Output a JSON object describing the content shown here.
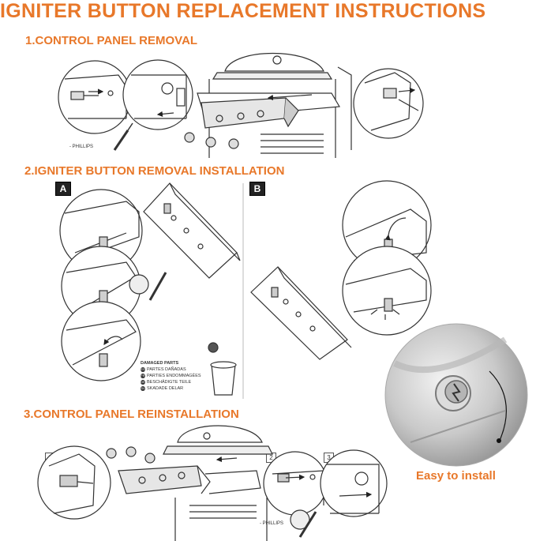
{
  "title": "IGNITER BUTTON REPLACEMENT INSTRUCTIONS",
  "sections": {
    "s1": "1.CONTROL PANEL REMOVAL",
    "s2": "2.IGNITER BUTTON REMOVAL INSTALLATION",
    "s3": "3.CONTROL PANEL REINSTALLATION"
  },
  "badges": {
    "a": "A",
    "b": "B"
  },
  "steps": {
    "n1": "1",
    "n2": "2",
    "n3": "3"
  },
  "tool_label": "- PHILLIPS",
  "damaged_parts": {
    "heading": "DAMAGED PARTS",
    "items": [
      {
        "code": "ES",
        "text": "PARTES DAÑADAS"
      },
      {
        "code": "FR",
        "text": "PARTIES ENDOMMAGÉES"
      },
      {
        "code": "DE",
        "text": "BESCHÄDIGTE TEILE"
      },
      {
        "code": "SV",
        "text": "SKADADE DELAR"
      }
    ]
  },
  "callout": "Easy to install",
  "colors": {
    "accent": "#E8782A",
    "line": "#333333"
  }
}
